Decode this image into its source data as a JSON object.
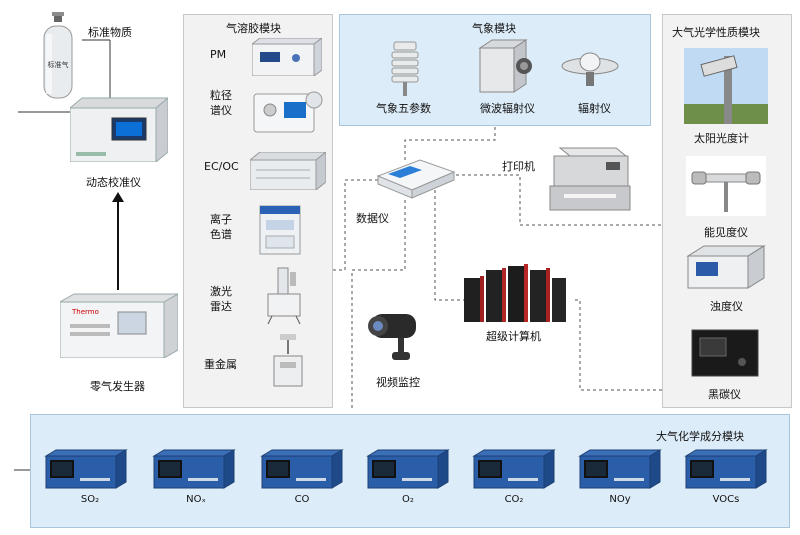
{
  "left": {
    "standard_gas": "标准物质",
    "cylinder_text": "标准气",
    "calibrator": "动态校准仪",
    "zero_air": "零气发生器",
    "zero_air_brand": "Thermo"
  },
  "aerosol": {
    "title": "气溶胶模块",
    "items": [
      "PM",
      "粒径\n谱仪",
      "EC/OC",
      "离子\n色谱",
      "激光\n雷达",
      "重金属"
    ]
  },
  "meteo": {
    "title": "气象模块",
    "items": [
      "气象五参数",
      "微波辐射仪",
      "辐射仪"
    ]
  },
  "center": {
    "data_logger": "数据仪",
    "printer": "打印机",
    "video": "视频监控",
    "supercomputer": "超级计算机"
  },
  "optical": {
    "title": "大气光学性质模块",
    "items": [
      "太阳光度计",
      "能见度仪",
      "浊度仪",
      "黑碳仪"
    ]
  },
  "chemistry": {
    "title": "大气化学成分模块",
    "items": [
      "SO₂",
      "NOₓ",
      "CO",
      "O₂",
      "CO₂",
      "NOy",
      "VOCs"
    ]
  }
}
